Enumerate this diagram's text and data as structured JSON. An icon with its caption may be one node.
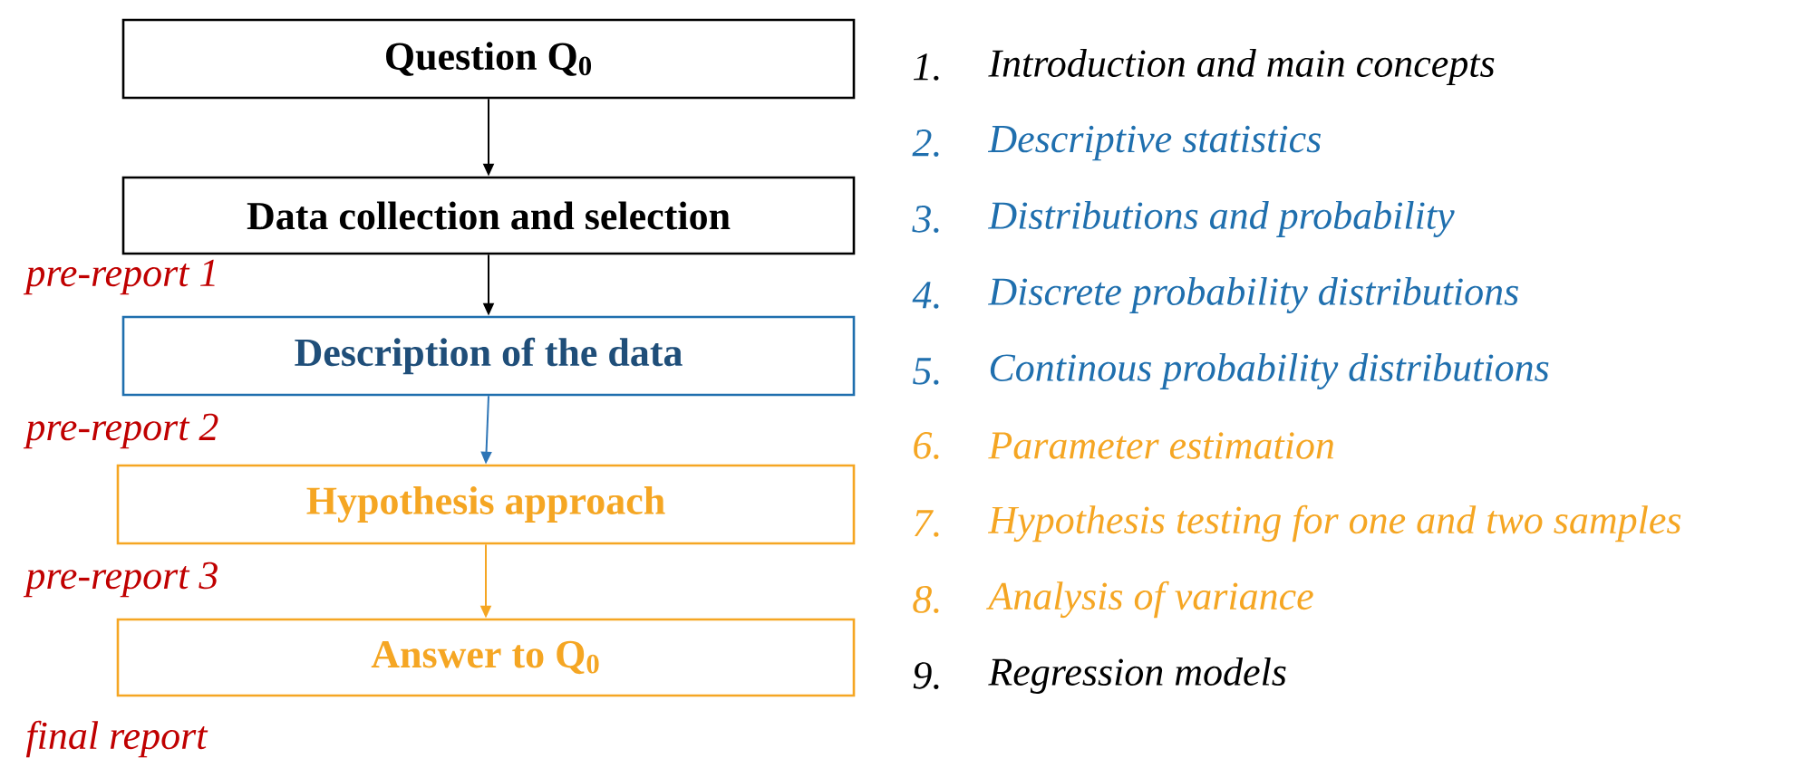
{
  "diagram": {
    "nodes": [
      {
        "text": [
          "Question Q$_{0}$"
        ]
      },
      {
        "text": [
          "Data collection and selection"
        ]
      },
      {
        "text": [
          "Description of the data"
        ]
      },
      {
        "text": [
          "Hypothesis approach"
        ]
      },
      {
        "text": [
          "Answer to Q$_{0}$"
        ]
      }
    ],
    "edges": [
      {
        "from": 0,
        "to": 1,
        "arrow": "to"
      },
      {
        "from": 1,
        "to": 2,
        "arrow": "to"
      },
      {
        "from": 2,
        "to": 3,
        "arrow": "to",
        "color": "#2e75b6"
      },
      {
        "from": 3,
        "to": 4,
        "arrow": "to",
        "color": "#f5a623"
      }
    ],
    "labels": [
      "1.",
      "Introduction and main concepts",
      "pre-report 1",
      "2.",
      "Descriptive statistics",
      "3.",
      "Distributions and probability",
      "pre-report 2",
      "4.",
      "Discrete probability distributions",
      "5.",
      "Continous probability distributions",
      "pre-report 3",
      "6.",
      "Parameter estimation",
      "7.",
      "Hypothesis testing for one and two samples",
      "8.",
      "Analysis of variance",
      "9.",
      "Regression models",
      "final report"
    ]
  }
}
